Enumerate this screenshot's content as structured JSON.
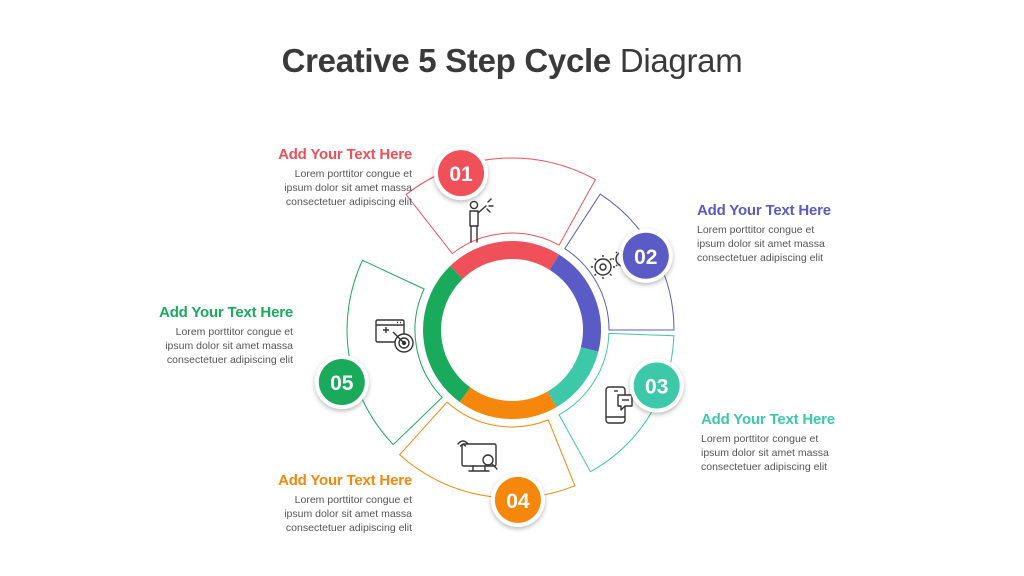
{
  "title": {
    "bold": "Creative 5 Step Cycle",
    "normal": "Diagram"
  },
  "steps": [
    {
      "number": "01",
      "heading": "Add Your Text Here",
      "color": "#f0505a",
      "icon": "presenter-icon",
      "lines": [
        "Lorem porttitor congue et",
        "ipsum dolor sit amet massa",
        "consectetuer adipiscing elit"
      ]
    },
    {
      "number": "02",
      "heading": "Add Your Text Here",
      "color": "#5a5bc4",
      "icon": "gears-icon",
      "lines": [
        "Lorem porttitor congue et",
        "ipsum dolor sit amet massa",
        "consectetuer adipiscing elit"
      ]
    },
    {
      "number": "03",
      "heading": "Add Your Text Here",
      "color": "#3dc9a9",
      "icon": "mobile-chat-icon",
      "lines": [
        "Lorem porttitor congue et",
        "ipsum dolor sit amet massa",
        "consectetuer adipiscing elit"
      ]
    },
    {
      "number": "04",
      "heading": "Add Your Text Here",
      "color": "#f5880c",
      "icon": "monitor-search-icon",
      "lines": [
        "Lorem porttitor congue et",
        "ipsum dolor sit amet massa",
        "consectetuer adipiscing elit"
      ]
    },
    {
      "number": "05",
      "heading": "Add Your Text Here",
      "color": "#1aaa5c",
      "icon": "browser-target-icon",
      "lines": [
        "Lorem porttitor congue et",
        "ipsum dolor sit amet massa",
        "consectetuer adipiscing elit"
      ]
    }
  ]
}
